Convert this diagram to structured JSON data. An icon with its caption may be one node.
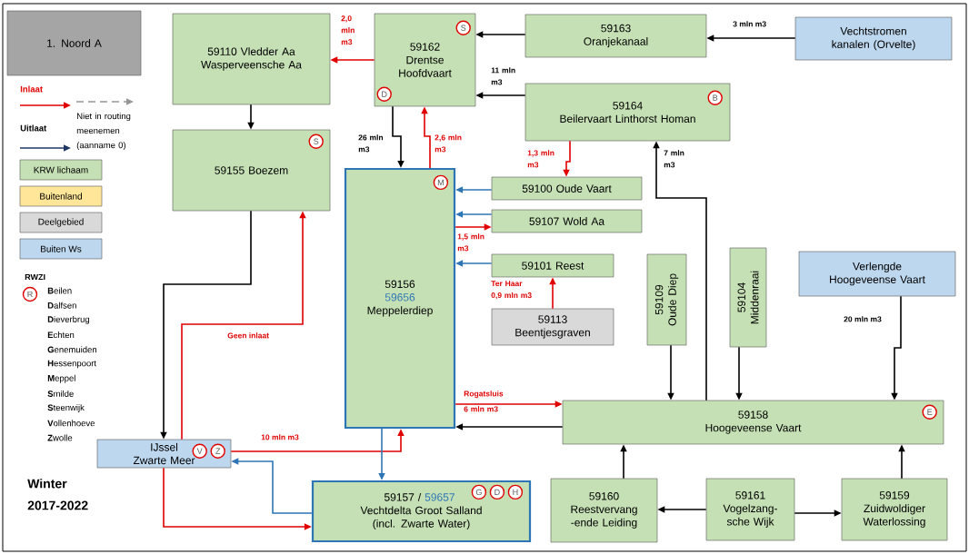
{
  "diagram": {
    "nodes": [
      {
        "text": [
          "1. Noord A"
        ]
      },
      {
        "text": [
          "59110 Vledder Aa Wasperveensche Aa"
        ]
      },
      {
        "text": [
          "59162",
          "Drentse Hoofdvaart"
        ]
      },
      {
        "text": [
          "S"
        ],
        "in": 2
      },
      {
        "text": [
          "D"
        ],
        "in": 2
      },
      {
        "text": [
          "59163",
          "Oranjekanaal"
        ]
      },
      {
        "text": [
          "Vechtstromen kanalen (Orvelte)"
        ]
      },
      {
        "text": [
          "59164",
          "Beilervaart Linthorst Homan"
        ]
      },
      {
        "text": [
          "B"
        ],
        "in": 7
      },
      {
        "text": [
          "59155 Boezem"
        ]
      },
      {
        "text": [
          "S"
        ],
        "in": 9
      },
      {
        "text": [
          "59156",
          "59656",
          "Meppelerdiep"
        ]
      },
      {
        "text": [
          "M"
        ],
        "in": 11
      },
      {
        "text": [
          "59100 Oude Vaart"
        ]
      },
      {
        "text": [
          "59107 Wold Aa"
        ]
      },
      {
        "text": [
          "59101 Reest"
        ]
      },
      {
        "text": [
          "59113",
          "Beentjesgraven"
        ]
      },
      {
        "text": [
          "59109",
          "Oude Diep"
        ]
      },
      {
        "text": [
          "59104",
          "Middenraai"
        ]
      },
      {
        "text": [
          "Verlengde Hoogeveense Vaart"
        ]
      },
      {
        "text": [
          "59158",
          "Hoogeveense Vaart"
        ]
      },
      {
        "text": [
          "E"
        ],
        "in": 20
      },
      {
        "text": [
          "IJssel Zwarte Meer"
        ]
      },
      {
        "text": [
          "V"
        ],
        "in": 22
      },
      {
        "text": [
          "Z"
        ],
        "in": 22
      },
      {
        "text": [
          "59157 /",
          "59657",
          "Vechtdelta Groot Salland (incl. Zwarte Water)"
        ]
      },
      {
        "text": [
          "G"
        ],
        "in": 25
      },
      {
        "text": [
          "D"
        ],
        "in": 25
      },
      {
        "text": [
          "H"
        ],
        "in": 25
      },
      {
        "text": [
          "59160",
          "Reestvervang -ende Leiding"
        ]
      },
      {
        "text": [
          "59161",
          "Vogelzang- sche Wijk"
        ]
      },
      {
        "text": [
          "59159",
          "Zuidwoldiger Waterlossing"
        ]
      },
      {
        "text": [
          "R"
        ]
      }
    ],
    "edges": [
      {
        "from": 2,
        "to": 1,
        "arrow": "to",
        "label": "2,0 mln m3",
        "color": "#e00000"
      },
      {
        "from": 5,
        "to": 2,
        "arrow": "to"
      },
      {
        "from": 6,
        "to": 5,
        "arrow": "to",
        "label": "3 mln m3"
      },
      {
        "from": 7,
        "to": 2,
        "arrow": "to",
        "label": "11 mln m3"
      },
      {
        "from": 1,
        "to": 9,
        "arrow": "to"
      },
      {
        "from": 2,
        "to": 11,
        "arrow": "to",
        "label": "26 mln m3"
      },
      {
        "from": 11,
        "to": 2,
        "arrow": "to",
        "label": "2,6 mln m3",
        "color": "#e00000"
      },
      {
        "from": 7,
        "to": 13,
        "arrow": "to",
        "label": "1,3 mln m3",
        "color": "#e00000"
      },
      {
        "from": 13,
        "to": 11,
        "arrow": "to",
        "color": "#2e75b6"
      },
      {
        "from": 14,
        "to": 11,
        "arrow": "to",
        "color": "#2e75b6"
      },
      {
        "from": 11,
        "to": 14,
        "arrow": "to",
        "label": "1,5 mln m3",
        "color": "#e00000"
      },
      {
        "from": 15,
        "to": 11,
        "arrow": "to",
        "color": "#2e75b6"
      },
      {
        "from": 16,
        "to": 15,
        "arrow": "to",
        "label": "Ter Haar 0,9 mln m3",
        "color": "#e00000"
      },
      {
        "from": 20,
        "to": 7,
        "arrow": "to",
        "label": "7 mln m3"
      },
      {
        "from": 17,
        "to": 20,
        "arrow": "to"
      },
      {
        "from": 18,
        "to": 20,
        "arrow": "to"
      },
      {
        "from": 19,
        "to": 20,
        "arrow": "to",
        "label": "20 mln m3"
      },
      {
        "from": 11,
        "to": 20,
        "arrow": "to",
        "label": "Rogatsluis 6 mln m3",
        "color": "#e00000"
      },
      {
        "from": 20,
        "to": 11,
        "arrow": "to"
      },
      {
        "from": 9,
        "to": 22,
        "arrow": "to"
      },
      {
        "from": 22,
        "to": 9,
        "arrow": "to",
        "label": "Geen inlaat",
        "color": "#e00000"
      },
      {
        "from": 22,
        "to": 11,
        "arrow": "to",
        "label": "10 mln m3",
        "color": "#e00000"
      },
      {
        "from": 11,
        "to": 25,
        "arrow": "to",
        "color": "#2e75b6"
      },
      {
        "from": 25,
        "to": 22,
        "arrow": "to",
        "color": "#2e75b6"
      },
      {
        "from": 22,
        "to": 25,
        "arrow": "to",
        "color": "#e00000"
      },
      {
        "from": 29,
        "to": 20,
        "arrow": "to"
      },
      {
        "from": 30,
        "to": 29,
        "arrow": "to"
      },
      {
        "from": 30,
        "to": 31,
        "arrow": "to"
      },
      {
        "from": 31,
        "to": 20,
        "arrow": "to"
      }
    ],
    "labels": [
      "RWZI",
      "**B**eilen",
      "**D**alfsen",
      "**D**ieverbrug",
      "**E**chten",
      "**G**enemuiden",
      "**H**essenpoort",
      "**M**eppel",
      "**S**milde",
      "**S**teenwijk",
      "**V**ollenhoeve",
      "**Z**wolle",
      "Winter 2017-2022"
    ],
    "legend": [
      {
        "text": "Inlaat"
      },
      {
        "text": "Uitlaat"
      },
      {
        "text": "Niet in routing meenemen (aanname 0)"
      },
      {
        "text": "KRW lichaam",
        "color": "#c5e0b4"
      },
      {
        "text": "Buitenland",
        "color": "#ffe699"
      },
      {
        "text": "Deelgebied",
        "color": "#d9d9d9"
      },
      {
        "text": "Buiten Ws",
        "color": "#bdd7ee"
      }
    ]
  }
}
